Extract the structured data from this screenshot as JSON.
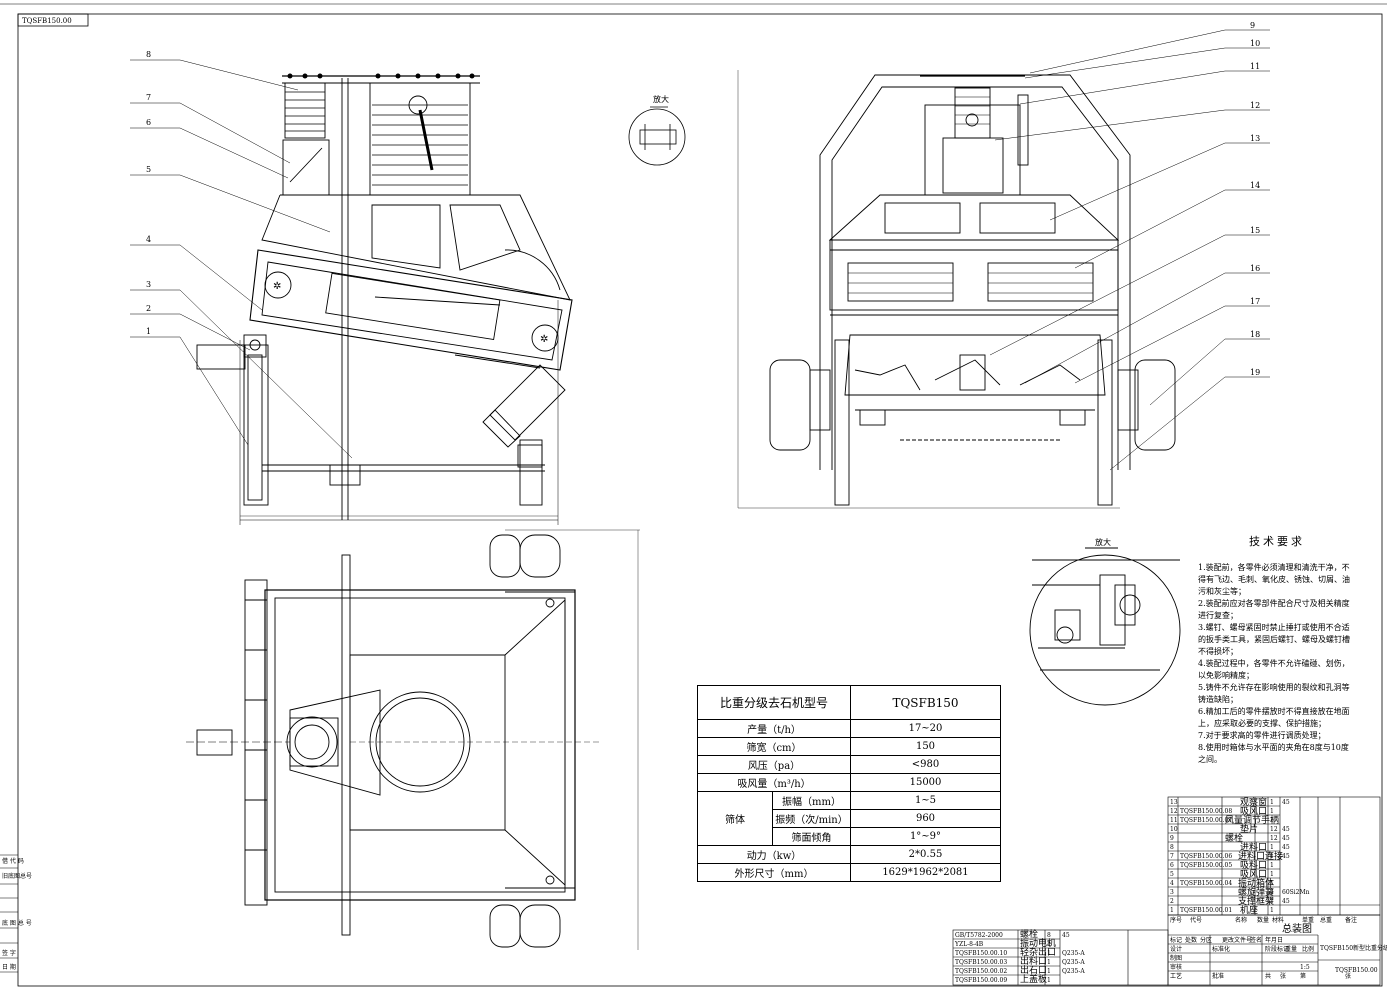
{
  "drawing_code_top": "TQSFB150.00",
  "spec_table": {
    "header_label": "比重分级去石机型号",
    "header_value": "TQSFB150",
    "rows": [
      {
        "label": "产量（t/h）",
        "value": "17~20"
      },
      {
        "label": "筛宽（cm）",
        "value": "150"
      },
      {
        "label": "风压（pa）",
        "value": "<980"
      },
      {
        "label": "吸风量（m³/h）",
        "value": "15000"
      }
    ],
    "group_label": "筛体",
    "group_rows": [
      {
        "label": "振幅（mm）",
        "value": "1~5"
      },
      {
        "label": "振频（次/min）",
        "value": "960"
      },
      {
        "label": "筛面倾角",
        "value": "1°~9°"
      }
    ],
    "tail_rows": [
      {
        "label": "动力（kw）",
        "value": "2*0.55"
      },
      {
        "label": "外形尺寸（mm）",
        "value": "1629*1962*2081"
      }
    ]
  },
  "tech": {
    "title": "技术要求",
    "items": [
      "1.装配前，各零件必须清理和清洗干净，不得有飞边、毛刺、氧化皮、锈蚀、切屑、油污和灰尘等；",
      "2.装配前应对各零部件配合尺寸及相关精度进行复查；",
      "3.螺钉、螺母紧固时禁止捶打或使用不合适的扳手类工具，紧固后螺钉、螺母及螺钉槽不得损坏；",
      "4.装配过程中，各零件不允许磕碰、划伤，以免影响精度；",
      "5.铸件不允许存在影响使用的裂纹和孔洞等铸造缺陷；",
      "6.精加工后的零件摆放时不得直接放在地面上，应采取必要的支撑、保护措施；",
      "7.对于要求高的零件进行调质处理；",
      "8.使用时箱体与水平面的夹角在8度与10度之间。"
    ]
  },
  "detail_labels": {
    "detail_a": "放大",
    "detail_b": "放大"
  },
  "balloons": [
    "1",
    "2",
    "3",
    "4",
    "5",
    "6",
    "7",
    "8",
    "9",
    "10",
    "11",
    "12",
    "13",
    "14",
    "15",
    "16",
    "17",
    "18",
    "19"
  ],
  "bom_rows": [
    {
      "no": "13",
      "code": "",
      "name": "观察窗",
      "qty": "1",
      "mat": "45"
    },
    {
      "no": "12",
      "code": "TQSFB150.00.08",
      "name": "吸风口",
      "qty": "1",
      "mat": ""
    },
    {
      "no": "11",
      "code": "TQSFB150.00.07",
      "name": "风量调节手柄",
      "qty": "1",
      "mat": ""
    },
    {
      "no": "10",
      "code": "",
      "name": "垫片",
      "qty": "12",
      "mat": "45"
    },
    {
      "no": "9",
      "code": "",
      "name": "螺栓",
      "qty": "12",
      "mat": "45"
    },
    {
      "no": "8",
      "code": "",
      "name": "进料口",
      "qty": "1",
      "mat": "45"
    },
    {
      "no": "7",
      "code": "TQSFB150.00.06",
      "name": "进料口连接",
      "qty": "1",
      "mat": "45"
    },
    {
      "no": "6",
      "code": "TQSFB150.00.05",
      "name": "吸料口",
      "qty": "1",
      "mat": ""
    },
    {
      "no": "5",
      "code": "",
      "name": "吸风口",
      "qty": "1",
      "mat": ""
    },
    {
      "no": "4",
      "code": "TQSFB150.00.04",
      "name": "振动箱体",
      "qty": "1",
      "mat": ""
    },
    {
      "no": "3",
      "code": "",
      "name": "螺旋弹簧",
      "qty": "4",
      "mat": "60Si2Mn"
    },
    {
      "no": "2",
      "code": "",
      "name": "支撑框架",
      "qty": "1",
      "mat": "45"
    },
    {
      "no": "1",
      "code": "TQSFB150.00.01",
      "name": "机座",
      "qty": "1",
      "mat": ""
    }
  ],
  "bom_header": [
    "序号",
    "代号",
    "名称",
    "数量",
    "材料",
    "单重",
    "总重",
    "备注"
  ],
  "lower_rows": [
    {
      "code": "GB/T5782-2000",
      "name": "螺栓",
      "qty": "8",
      "mat": "45"
    },
    {
      "code": "YZL-8-4B",
      "name": "振动电机",
      "qty": "2",
      "mat": ""
    },
    {
      "code": "TQSFB150.00.10",
      "name": "轻杂出口",
      "qty": "1",
      "mat": "Q235-A"
    },
    {
      "code": "TQSFB150.00.03",
      "name": "出料口",
      "qty": "1",
      "mat": "Q235-A"
    },
    {
      "code": "TQSFB150.00.02",
      "name": "出石口",
      "qty": "1",
      "mat": "Q235-A"
    },
    {
      "code": "TQSFB150.00.09",
      "name": "上盖板",
      "qty": "1",
      "mat": ""
    }
  ],
  "title_block": {
    "title": "总装图",
    "part": "TQSFB150新型比重分级去石机",
    "code": "TQSFB150.00",
    "labels": [
      "标记",
      "处数",
      "分区",
      "更改文件号",
      "签名",
      "年月日",
      "设计",
      "标准化",
      "阶段标记",
      "重量",
      "比例",
      "制图",
      "审核",
      "工艺",
      "批准",
      "共",
      "张",
      "第",
      "张"
    ],
    "scale": "1:5"
  },
  "left_margin_labels": [
    "借 代 码",
    "旧底图总号",
    "底 图 总 号",
    "签 字",
    "日 期"
  ]
}
